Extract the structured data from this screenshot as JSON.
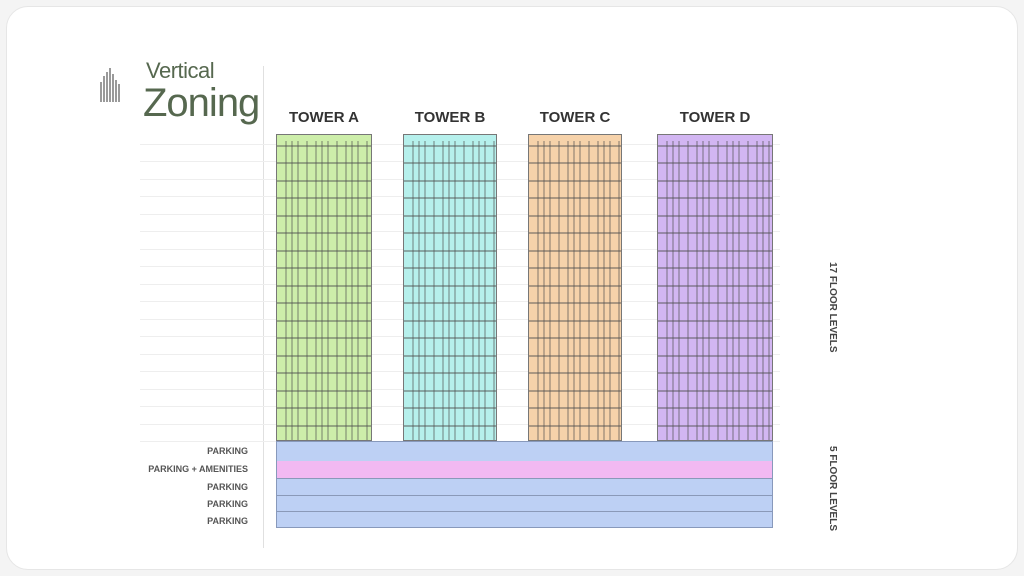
{
  "title": {
    "line1": "Vertical",
    "line2": "Zoning"
  },
  "towers": [
    {
      "label": "TOWER A",
      "color": "#cdeeaa"
    },
    {
      "label": "TOWER B",
      "color": "#b6f0ec"
    },
    {
      "label": "TOWER C",
      "color": "#f6d2aa"
    },
    {
      "label": "TOWER D",
      "color": "#d2b6f2"
    }
  ],
  "podium_rows": [
    "PARKING",
    "PARKING + AMENITIES",
    "PARKING",
    "PARKING",
    "PARKING"
  ],
  "annotations": {
    "upper": "17 FLOOR LEVELS",
    "lower": "5 FLOOR LEVELS"
  },
  "tower_floors": 17,
  "podium_floors": 5
}
